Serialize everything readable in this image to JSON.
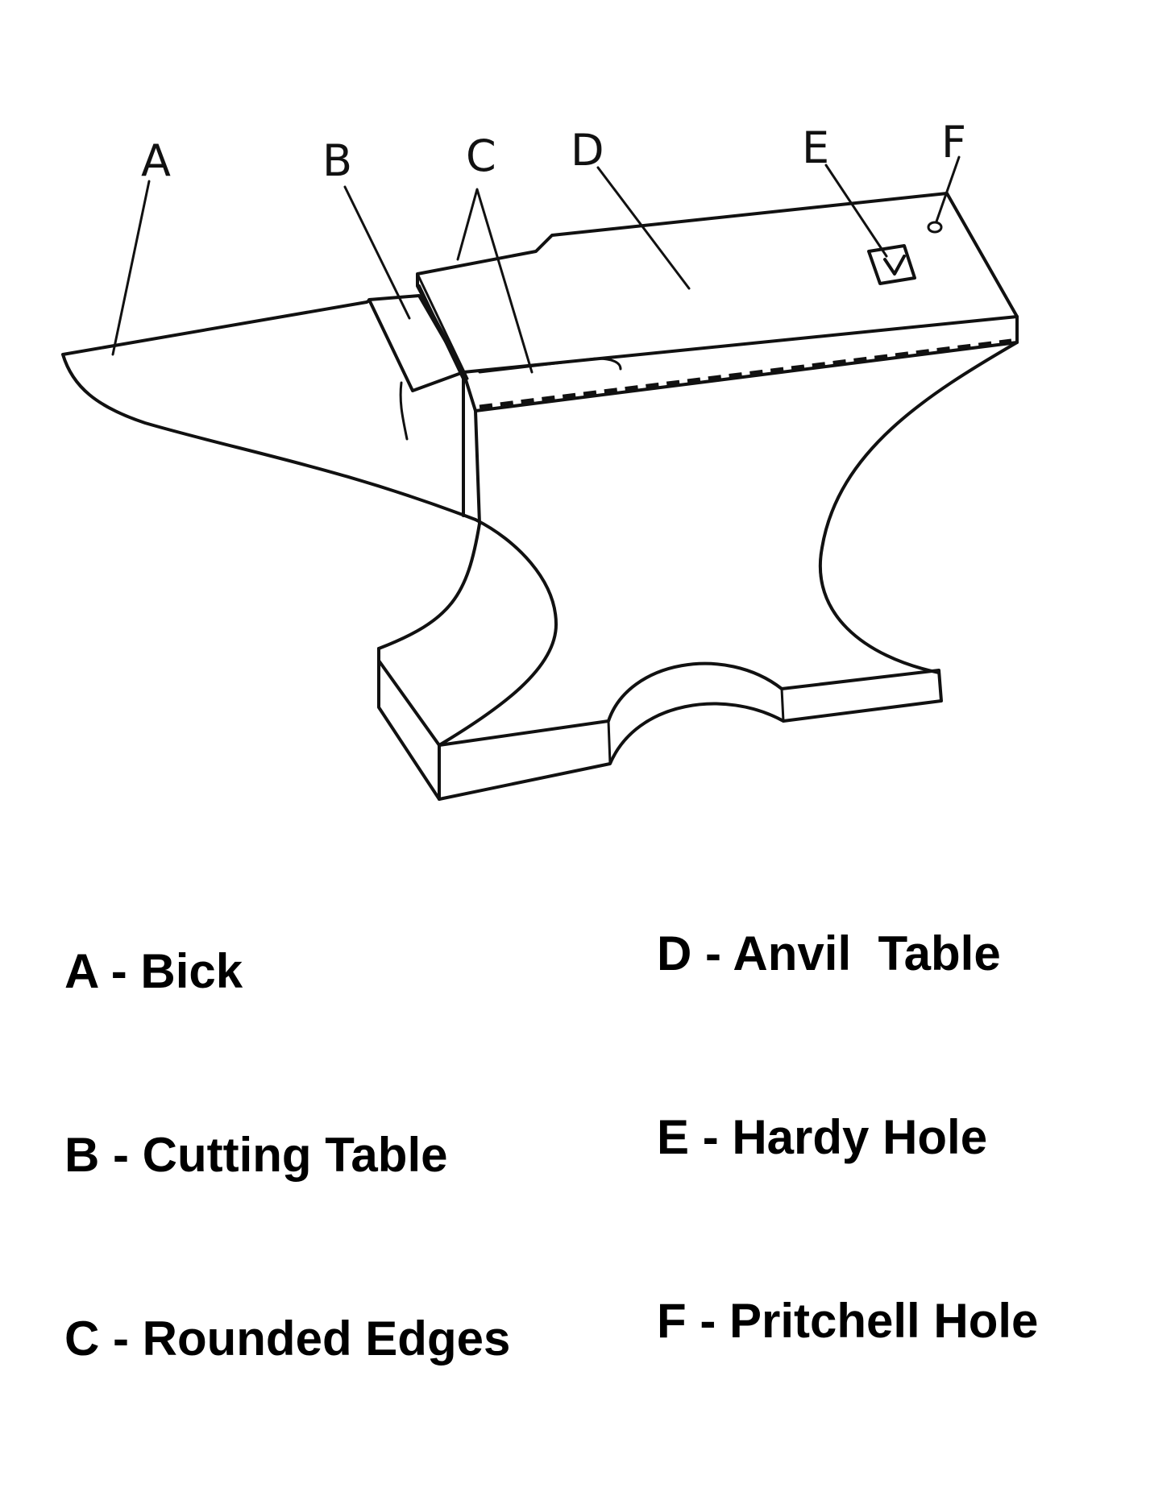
{
  "callouts": [
    {
      "letter": "A"
    },
    {
      "letter": "B"
    },
    {
      "letter": "C"
    },
    {
      "letter": "D"
    },
    {
      "letter": "E"
    },
    {
      "letter": "F"
    }
  ],
  "legend_left": [
    "A - Bick",
    "B - Cutting Table",
    "C - Rounded Edges"
  ],
  "legend_right": [
    "D - Anvil  Table",
    "E - Hardy Hole",
    "F - Pritchell Hole"
  ]
}
